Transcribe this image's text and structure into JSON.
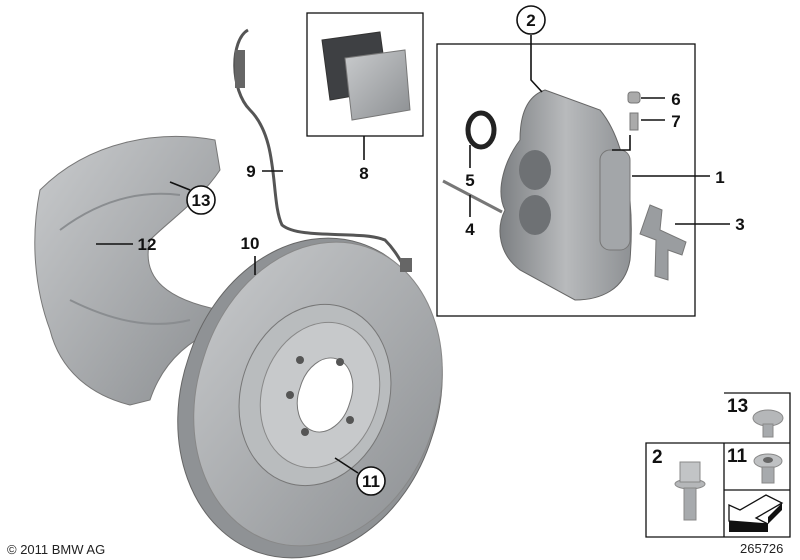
{
  "diagram": {
    "callouts": {
      "c1": "1",
      "c2": "2",
      "c3": "3",
      "c4": "4",
      "c5": "5",
      "c6": "6",
      "c7": "7",
      "c8": "8",
      "c9": "9",
      "c10": "10",
      "c11": "11",
      "c12": "12",
      "c13": "13"
    },
    "parts_legend": {
      "bolt": "2",
      "screw_13": "13",
      "screw_11": "11"
    },
    "copyright": "© 2011 BMW AG",
    "diagram_number": "265726",
    "colors": {
      "part_gray": "#a9acaf",
      "dark_gray": "#5d6063",
      "line": "#111111"
    }
  }
}
